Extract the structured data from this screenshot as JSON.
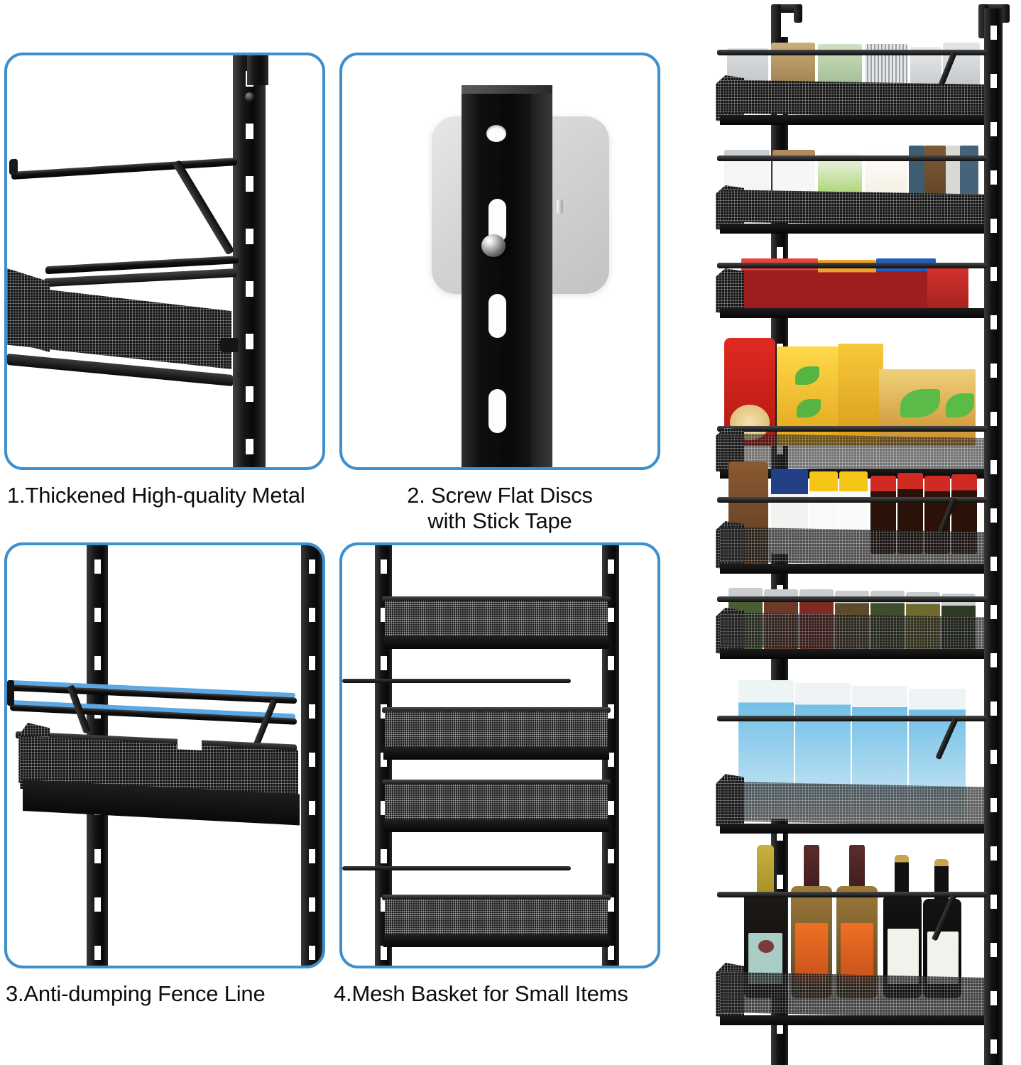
{
  "image": {
    "type": "product-feature-infographic",
    "subject": "Over-the-door / wall-mount adjustable metal pantry storage rack",
    "background_color": "#ffffff",
    "accent_color": "#3e8fcd",
    "metal_color": "#111111"
  },
  "features": [
    {
      "id": "feature-1",
      "caption": "1.Thickened High-quality Metal",
      "number": "1",
      "label": "Thickened High-quality Metal",
      "illustration": "close-up of black powder-coated slotted upright post with screw, horizontal rails, diagonal support brace and wire-mesh shelf"
    },
    {
      "id": "feature-2",
      "caption": "2. Screw Flat Discs\nwith Stick Tape",
      "number": "2",
      "label": "Screw Flat Discs with Stick Tape",
      "illustration": "black slotted post with round hole and oblong slots, chrome screw head seated in a slot, light-gray adhesive flat disc behind"
    },
    {
      "id": "feature-3",
      "caption": "3.Anti-dumping Fence Line",
      "number": "3",
      "label": "Anti-dumping Fence Line",
      "illustration": "mesh basket shelf between two slotted posts with the upper guard rail traced in blue highlight"
    },
    {
      "id": "feature-4",
      "caption": "4.Mesh Basket for Small Items",
      "number": "4",
      "label": "Mesh Basket for Small Items",
      "illustration": "four stacked fine wire-mesh baskets mounted on a pair of slotted uprights"
    }
  ],
  "product_photo": {
    "name": "full-rack-product-photo",
    "mount_type": "over-the-door hooks",
    "hooks": [
      "left-door-hook",
      "right-door-hook"
    ],
    "posts": [
      "left-slotted-post",
      "right-slotted-post"
    ],
    "shelf_count": 8,
    "shelves": [
      {
        "index": 1,
        "name": "shelf-pasta-containers",
        "contents": "clear storage containers of pasta, spaghetti, grains and lids"
      },
      {
        "index": 2,
        "name": "shelf-boxed-goods",
        "contents": "canisters, green cereal box, patterned boxes and cookbooks"
      },
      {
        "index": 3,
        "name": "shelf-plastic-bins",
        "contents": "red, orange and blue plastic storage bins"
      },
      {
        "index": 4,
        "name": "shelf-snacks-cereal",
        "contents": "red chip bag and yellow leaf-print cereal boxes"
      },
      {
        "index": 5,
        "name": "shelf-bottles-cans",
        "contents": "coffee bag, cans, yellow sauce bottles and cola bottles"
      },
      {
        "index": 6,
        "name": "shelf-spice-jars",
        "contents": "row of spice jars with silver lids"
      },
      {
        "index": 7,
        "name": "shelf-milk-cartons",
        "contents": "four blue milk cartons"
      },
      {
        "index": 8,
        "name": "shelf-wine-bottles",
        "contents": "five wine bottles with green, orange and white labels"
      }
    ]
  }
}
